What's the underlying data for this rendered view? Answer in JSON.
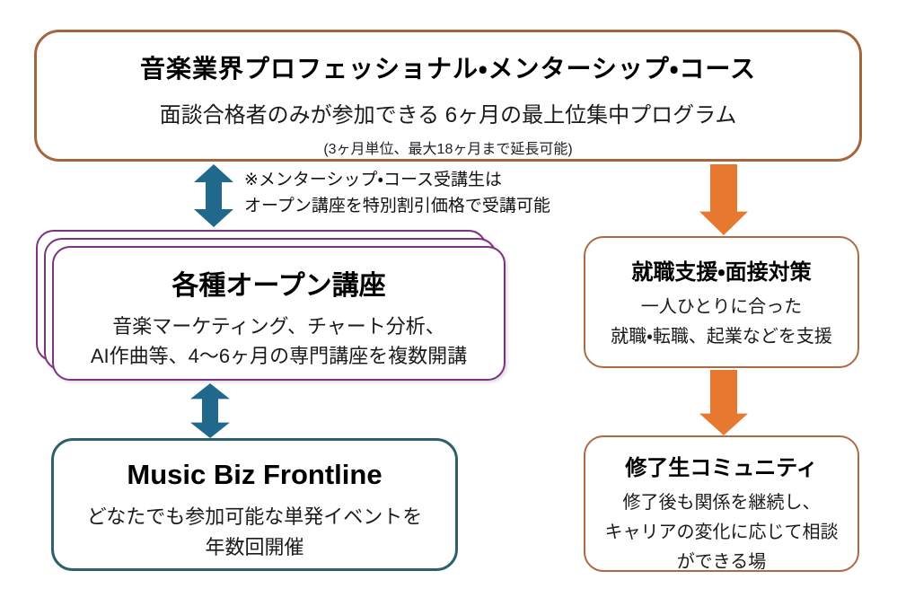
{
  "colors": {
    "top_border": "#a5653e",
    "right_border": "#ad6a44",
    "purple_border": "#7d3380",
    "teal_border": "#2d5f6e",
    "teal_arrow": "#20698c",
    "orange_arrow": "#e6792f"
  },
  "icons": {
    "teal_double_arrow": "vertical double-headed arrow (↕)",
    "orange_down_arrow": "downward block arrow (↓)"
  },
  "top_box": {
    "title": "音楽業界プロフェッショナル・メンターシップ・コース",
    "subtitle": "面談合格者のみが参加できる 6ヶ月の最上位集中プログラム",
    "note": "(3ヶ月単位、最大18ヶ月まで延長可能)"
  },
  "annotation": {
    "line1": "※メンターシップ・コース受講生は",
    "line2": "オープン講座を特別割引価格で受講可能"
  },
  "open_courses": {
    "title": "各種オープン講座",
    "body_line1": "音楽マーケティング、チャート分析、",
    "body_line2": "AI作曲等、4～6ヶ月の専門講座を複数開講"
  },
  "frontline": {
    "title": "Music Biz Frontline",
    "body_line1": "どなたでも参加可能な単発イベントを",
    "body_line2": "年数回開催"
  },
  "career_support": {
    "title": "就職支援・面接対策",
    "body_line1": "一人ひとりに合った",
    "body_line2": "就職・転職、起業などを支援"
  },
  "community": {
    "title": "修了生コミュニティ",
    "body_line1": "修了後も関係を継続し、",
    "body_line2": "キャリアの変化に応じて相談",
    "body_line3": "ができる場"
  }
}
